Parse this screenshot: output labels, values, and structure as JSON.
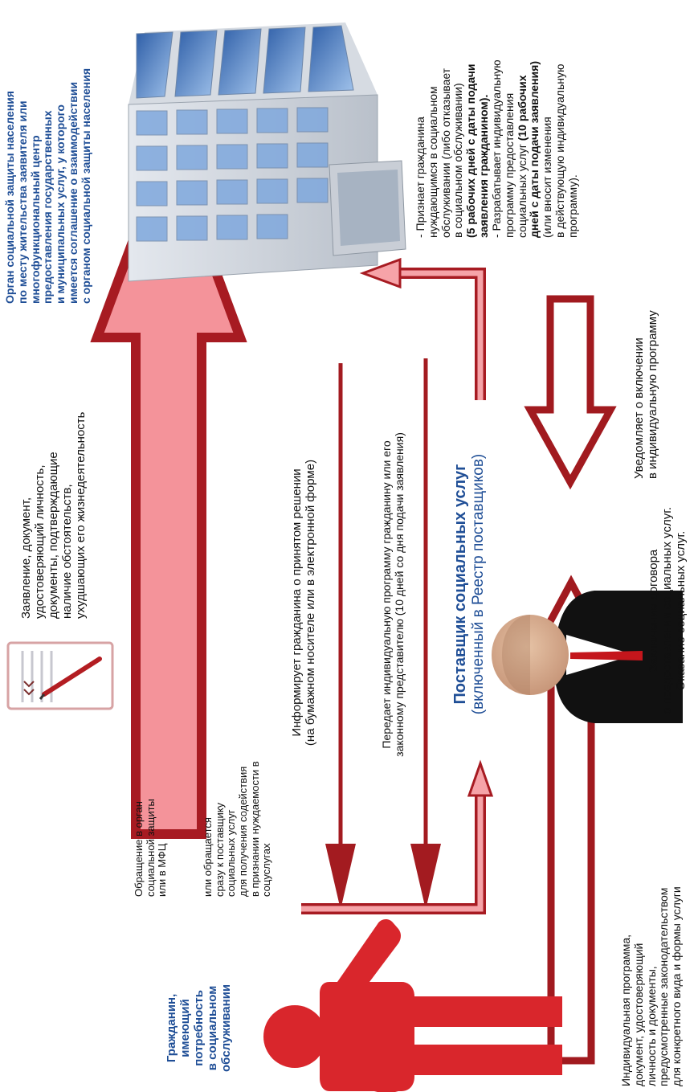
{
  "colors": {
    "arrow_fill": "#f4939a",
    "arrow_stroke": "#a71b22",
    "outline_arrow_stroke": "#a11a1f",
    "person": "#d9262c",
    "title_blue": "#1f4e96"
  },
  "citizen": {
    "label_lines": [
      "Гражданин,",
      "имеющий",
      "потребность",
      "в социальном",
      "обслуживании"
    ]
  },
  "authority": {
    "lines": [
      "Орган социальной защиты населения",
      "по месту жительства заявителя или",
      "многофункциональный центр",
      "предоставления государственных",
      "и муниципальных услуг, у которого",
      "имеется соглашение о взаимодействии",
      "с органом социальной защиты населения"
    ]
  },
  "application": {
    "lines": [
      "Заявление, документ,",
      "удостоверяющий личность,",
      "документы, подтверждающие",
      "наличие обстоятельств,",
      "ухудшающих его жизнедеятельность"
    ]
  },
  "appeal": {
    "lines_a": [
      "Обращение в орган",
      "социальной защиты",
      "или в МФЦ"
    ],
    "lines_b": [
      "или обращается",
      "сразу к поставщику",
      "социальных услуг",
      "для получения содействия",
      "в признании  нуждаемости в",
      "соцуслугах"
    ]
  },
  "informs": {
    "lines": [
      "Информирует гражданина о принятом решении",
      "(на бумажном носителе или в электронной форме)"
    ]
  },
  "transfers": {
    "lines": [
      "Передает индивидуальную программу гражданину или его",
      "законному представителю (10 дней со дня подачи заявления)"
    ]
  },
  "provider": {
    "title": "Поставщик социальных услуг",
    "subtitle": "(включенный в Реестр поставщиков)"
  },
  "decision": {
    "l1": "- Признает гражданина",
    "l2": "нуждающимся в социальном",
    "l3": "обслуживании (либо отказывает",
    "l4": "в социальном обслуживании)",
    "l5": "(5 рабочих дней с даты подачи",
    "l6": "заявления гражданином).",
    "l7": "- Разрабатывает индивидуальную",
    "l8": "программу предоставления",
    "l9_a": "социальных услуг ",
    "l9_b": "(10 рабочих",
    "l10": "дней с даты подачи заявления)",
    "l11": "(или вносит изменения",
    "l12": "в действующую индивидуальную",
    "l13": "программу)."
  },
  "notifies": {
    "lines": [
      "Уведомляет о включении",
      "в индивидуальную программу"
    ]
  },
  "contract": {
    "lines": [
      "Заключение договора",
      "о предоставлении социальных услуг.",
      "Оказание социальных услуг."
    ]
  },
  "individual_program": {
    "lines": [
      "Индивидуальная программа,",
      "документ, удостоверяющий",
      "личность и документы,",
      "предусмотренные законодательством",
      "для конкретного вида и формы услуги"
    ]
  }
}
